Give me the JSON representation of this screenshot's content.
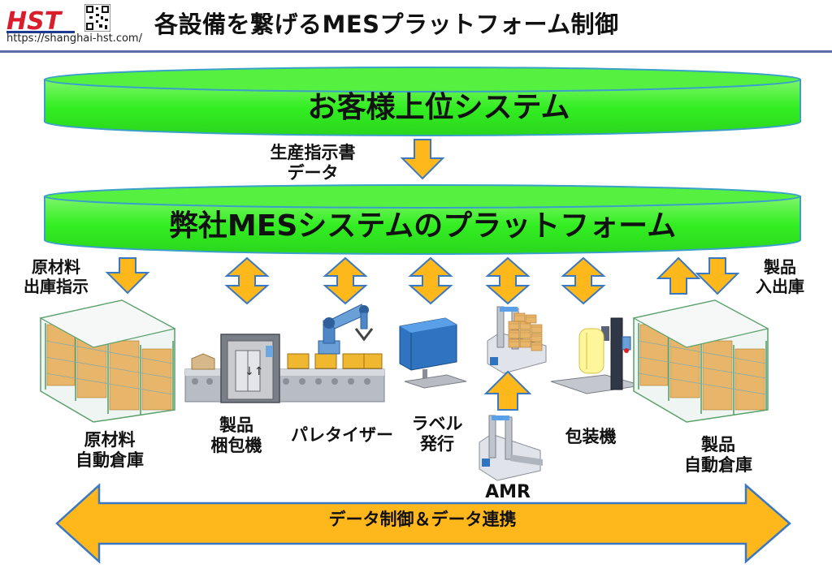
{
  "header": {
    "logo_text": "HST",
    "site_url": "https://shanghai-hst.com/",
    "title": "各設備を繋げるMESプラットフォーム制御"
  },
  "top_system": {
    "label": "お客様上位システム"
  },
  "spec_data": {
    "line1": "生産指示書",
    "line2": "データ"
  },
  "mes_platform": {
    "label": "弊社MESシステムのプラットフォーム"
  },
  "labels": {
    "raw_out_line1": "原材料",
    "raw_out_line2": "出庫指示",
    "prod_inout_line1": "製品",
    "prod_inout_line2": "入出庫"
  },
  "equipment": {
    "raw_warehouse": {
      "line1": "原材料",
      "line2": "自動倉庫"
    },
    "packing": {
      "line1": "製品",
      "line2": "梱包機"
    },
    "palletizer": {
      "line1": "パレタイザー"
    },
    "label_printer": {
      "line1": "ラベル",
      "line2": "発行"
    },
    "amr": {
      "line1": "AMR"
    },
    "wrapping": {
      "line1": "包装機"
    },
    "product_warehouse": {
      "line1": "製品",
      "line2": "自動倉庫"
    }
  },
  "bottom_arrow": {
    "label": "データ制御＆データ連携"
  },
  "colors": {
    "platform_green": "#33ee22",
    "platform_border": "#3aa0c8",
    "arrow_fill": "#ffb81c",
    "arrow_stroke": "#3b78c4",
    "header_rule": "#5b6fa8"
  }
}
